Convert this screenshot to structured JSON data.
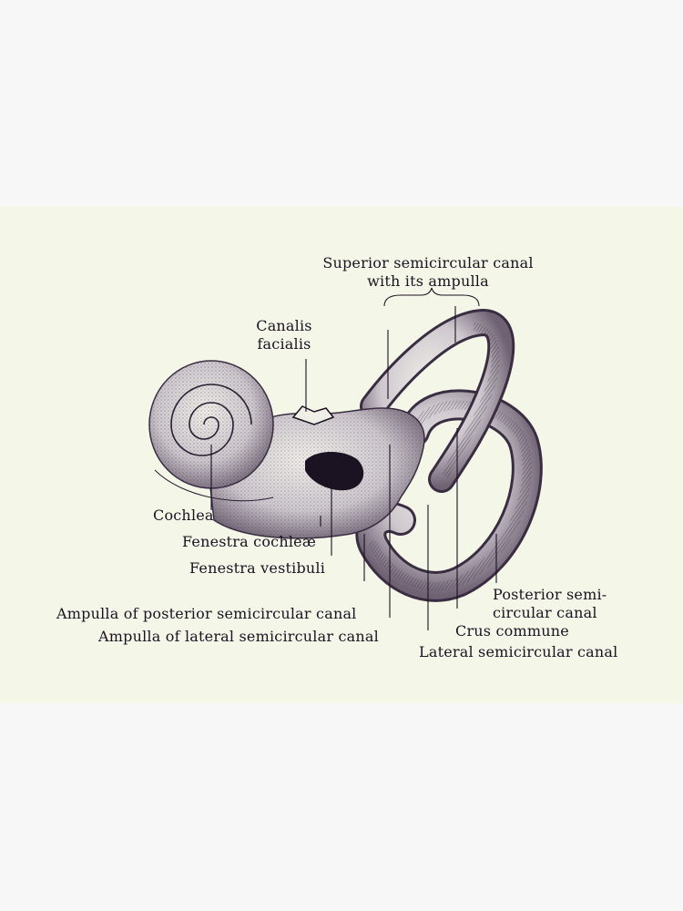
{
  "diagram": {
    "labels": {
      "superior_line1": "Superior semicircular canal",
      "superior_line2": "with its ampulla",
      "canalis_line1": "Canalis",
      "canalis_line2": "facialis",
      "cochlea": "Cochlea",
      "fenestra_cochleae": "Fenestra cochleæ",
      "fenestra_vestibuli": "Fenestra vestibuli",
      "ampulla_posterior": "Ampulla of posterior semicircular canal",
      "ampulla_lateral": "Ampulla of lateral semicircular canal",
      "posterior_line1": "Posterior semi-",
      "posterior_line2": "circular canal",
      "crus_commune": "Crus commune",
      "lateral_canal": "Lateral semicircular canal"
    },
    "colors": {
      "background": "#f4f6e8",
      "outer_background": "#f7f7f7",
      "ink": "#1b1322"
    }
  }
}
